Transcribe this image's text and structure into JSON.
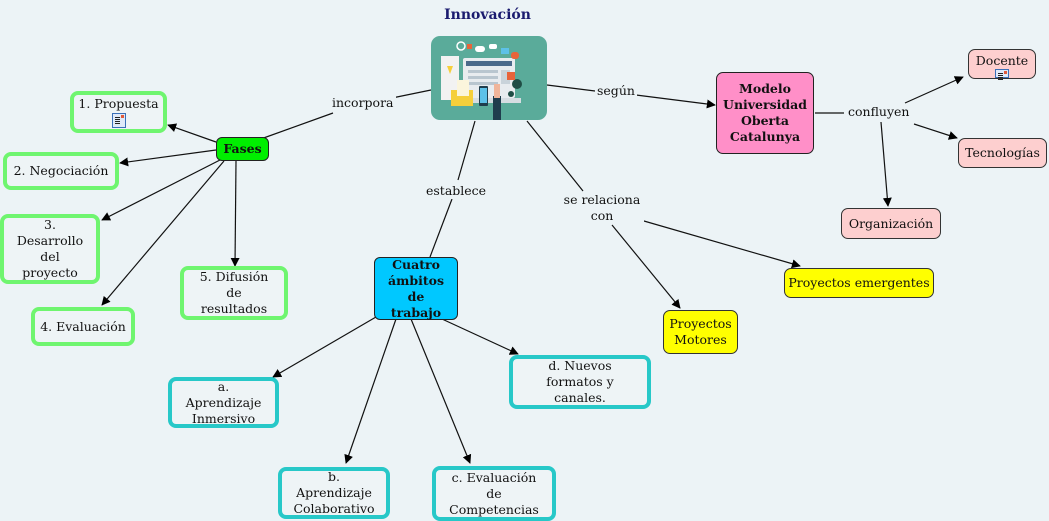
{
  "title": "Innovación",
  "central_image": {
    "icon": "innovation-illustration-icon",
    "description": "laptop with documents, envelope, phone and gear icons"
  },
  "colors": {
    "background": "#ecf3f6",
    "title": "#1a1a6e",
    "fases": "#00ee00",
    "phase_border": "#6ff56f",
    "ambitos": "#00c8ff",
    "ambito_border": "#27c8c8",
    "modelo": "#ff8fc8",
    "modelo_children": "#fdcfcf",
    "proyectos": "#ffff00",
    "illustration_bg": "#5aab9a"
  },
  "links": {
    "incorpora": "incorpora",
    "segun": "según",
    "establece": "establece",
    "se_relaciona": "se relaciona con",
    "confluyen": "confluyen"
  },
  "fases": {
    "label": "Fases",
    "items": [
      {
        "label": "1. Propuesta",
        "has_attachment": true,
        "attachment_icon": "document-icon"
      },
      {
        "label": "2. Negociación"
      },
      {
        "label": "3. Desarrollo del proyecto"
      },
      {
        "label": "4. Evaluación"
      },
      {
        "label": "5. Difusión de resultados"
      }
    ]
  },
  "ambitos": {
    "label": "Cuatro ámbitos de trabajo",
    "items": [
      {
        "label": "a. Aprendizaje Inmersivo"
      },
      {
        "label": "b. Aprendizaje Colaborativo"
      },
      {
        "label": "c. Evaluación de Competencias"
      },
      {
        "label": "d. Nuevos formatos y canales."
      }
    ]
  },
  "modelo": {
    "label": "Modelo Universidad Oberta Catalunya",
    "items": [
      {
        "label": "Docente",
        "has_attachment": true,
        "attachment_icon": "document-icon"
      },
      {
        "label": "Tecnologías"
      },
      {
        "label": "Organización"
      }
    ]
  },
  "proyectos": [
    {
      "label": "Proyectos Motores"
    },
    {
      "label": "Proyectos emergentes"
    }
  ]
}
